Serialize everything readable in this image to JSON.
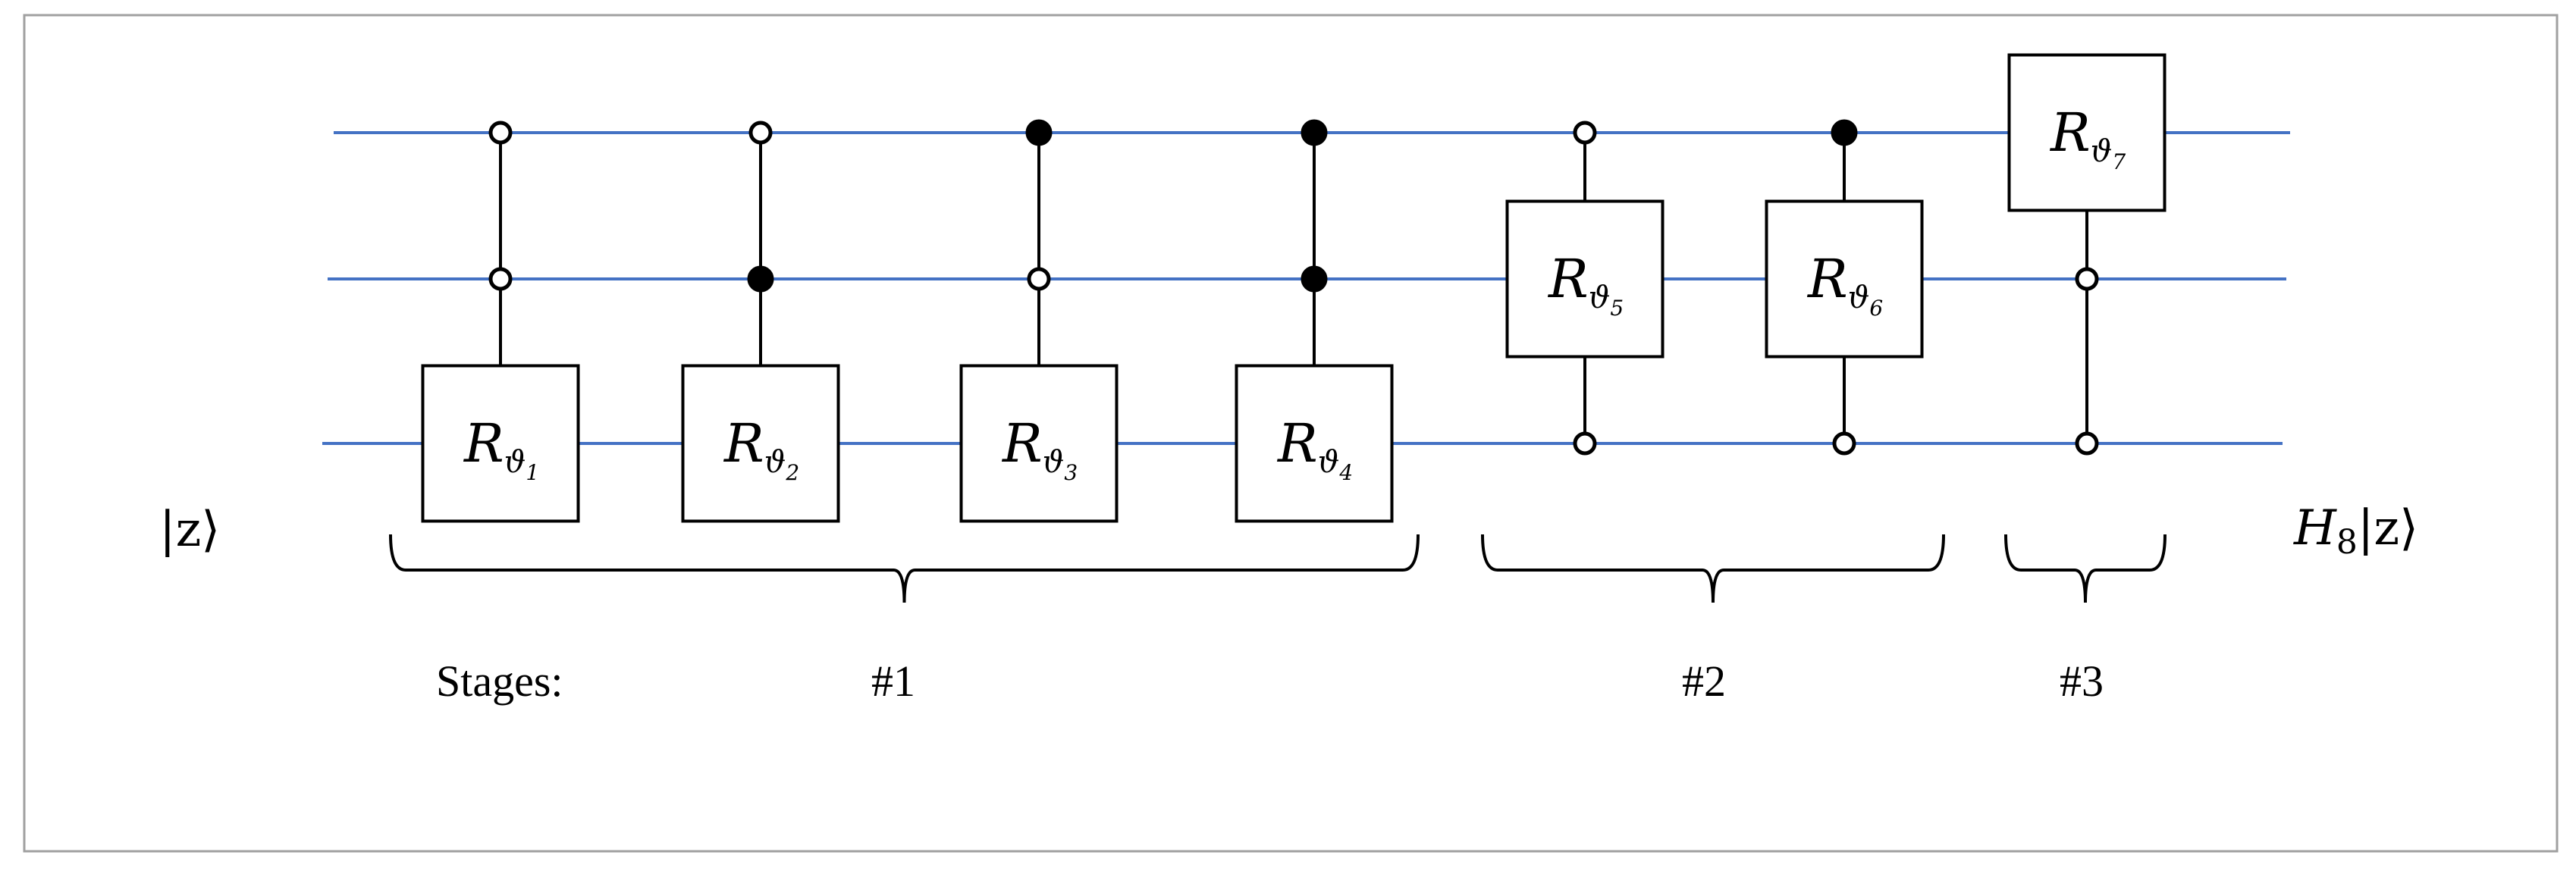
{
  "input_state": "|z⟩",
  "output_state": {
    "operator": "H",
    "subscript": "8",
    "ket": "|z⟩"
  },
  "stages_label": "Stages:",
  "stages": [
    {
      "id": "stage-1",
      "label": "#1",
      "gate_indices": [
        0,
        1,
        2,
        3
      ]
    },
    {
      "id": "stage-2",
      "label": "#2",
      "gate_indices": [
        4,
        5
      ]
    },
    {
      "id": "stage-3",
      "label": "#3",
      "gate_indices": [
        6
      ]
    }
  ],
  "wire_count": 3,
  "colors": {
    "wire": "#4472c4",
    "ink": "#000000",
    "frame": "#a0a0a0"
  },
  "gates": [
    {
      "symbol": "R",
      "param": "ϑ",
      "index": "1",
      "target": 2,
      "controls": [
        {
          "wire": 0,
          "state": "open"
        },
        {
          "wire": 1,
          "state": "open"
        }
      ]
    },
    {
      "symbol": "R",
      "param": "ϑ",
      "index": "2",
      "target": 2,
      "controls": [
        {
          "wire": 0,
          "state": "open"
        },
        {
          "wire": 1,
          "state": "filled"
        }
      ]
    },
    {
      "symbol": "R",
      "param": "ϑ",
      "index": "3",
      "target": 2,
      "controls": [
        {
          "wire": 0,
          "state": "filled"
        },
        {
          "wire": 1,
          "state": "open"
        }
      ]
    },
    {
      "symbol": "R",
      "param": "ϑ",
      "index": "4",
      "target": 2,
      "controls": [
        {
          "wire": 0,
          "state": "filled"
        },
        {
          "wire": 1,
          "state": "filled"
        }
      ]
    },
    {
      "symbol": "R",
      "param": "ϑ",
      "index": "5",
      "target": 1,
      "controls": [
        {
          "wire": 0,
          "state": "open"
        },
        {
          "wire": 2,
          "state": "open"
        }
      ]
    },
    {
      "symbol": "R",
      "param": "ϑ",
      "index": "6",
      "target": 1,
      "controls": [
        {
          "wire": 0,
          "state": "filled"
        },
        {
          "wire": 2,
          "state": "open"
        }
      ]
    },
    {
      "symbol": "R",
      "param": "ϑ",
      "index": "7",
      "target": 0,
      "controls": [
        {
          "wire": 1,
          "state": "open"
        },
        {
          "wire": 2,
          "state": "open"
        }
      ]
    }
  ]
}
